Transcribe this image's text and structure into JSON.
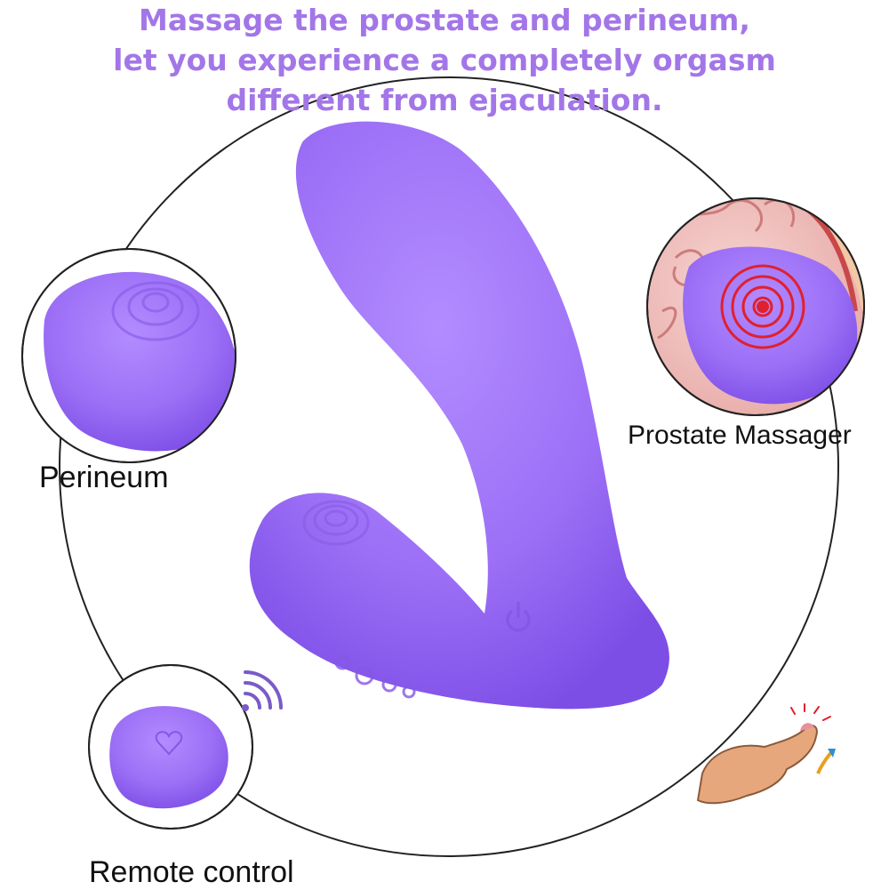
{
  "headline": {
    "line1": "Massage the prostate and perineum,",
    "line2": "let you experience a completely orgasm",
    "line3": "different from ejaculation."
  },
  "labels": {
    "perineum": "Perineum",
    "prostate": "Prostate Massager",
    "remote": "Remote control"
  },
  "icons": {
    "product": "vibrator-product-image",
    "power": "power-icon",
    "wireless": "wireless-signal-icon",
    "hand": "finger-tap-icon"
  },
  "colors": {
    "headline": "#a376e8",
    "product": "#9a6cf4",
    "target": "#e0202e"
  }
}
